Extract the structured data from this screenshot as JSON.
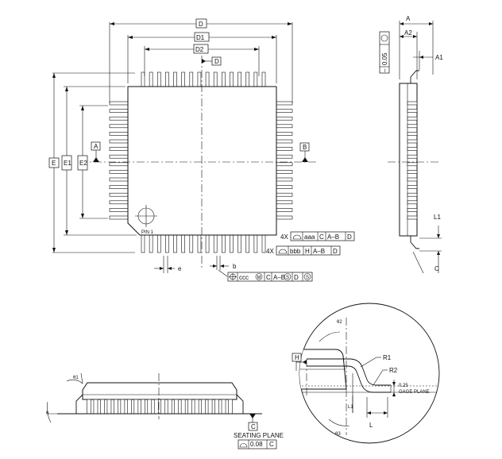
{
  "dims": {
    "D": "D",
    "D1": "D1",
    "D2": "D2",
    "E": "E",
    "E1": "E1",
    "E2": "E2",
    "A": "A",
    "A1": "A1",
    "A2": "A2",
    "L": "L",
    "L1": "L1",
    "b": "b",
    "c": "C",
    "e": "e",
    "R1": "R1",
    "R2": "R2",
    "theta": "θ",
    "theta1": "θ1",
    "theta2": "θ2",
    "theta3": "θ3"
  },
  "datums": {
    "A": "A",
    "B": "B",
    "C": "C",
    "D": "D",
    "H": "H"
  },
  "flatness": {
    "prefix": "–",
    "value": "0.05"
  },
  "fcf": {
    "row1": {
      "count": "4X",
      "tol": "aaa",
      "cells": [
        "C",
        "A–B",
        "D"
      ]
    },
    "row2": {
      "count": "4X",
      "tol": "bbb",
      "cells": [
        "H",
        "A–B",
        "D"
      ]
    },
    "row3": {
      "tol": "ccc",
      "cells": [
        "C",
        "A–B",
        "D"
      ]
    }
  },
  "pin1_mark": "PIN 1",
  "gage": {
    "value": "0.25",
    "label": "GAGE PLANE"
  },
  "seating": {
    "label": "SEATING PLANE",
    "value": "0.08",
    "datum": "C"
  }
}
